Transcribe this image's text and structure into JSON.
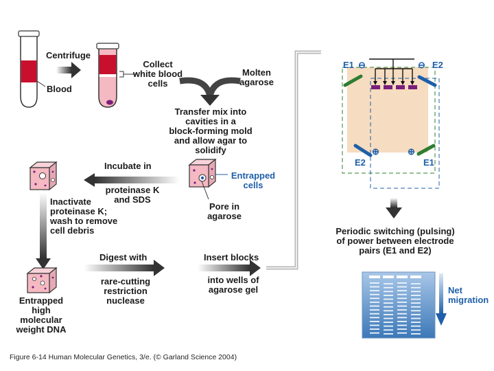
{
  "steps": {
    "centrifuge": "Centrifuge",
    "blood": "Blood",
    "collect": [
      "Collect",
      "white blood",
      "cells"
    ],
    "molten": [
      "Molten",
      "agarose"
    ],
    "transfer": [
      "Transfer mix into",
      "cavities in a",
      "block-forming mold",
      "and allow agar to",
      "solidify"
    ],
    "incubate_top": "Incubate in",
    "incubate_bottom": [
      "proteinase K",
      "and SDS"
    ],
    "entrapped_cells": [
      "Entrapped",
      "cells"
    ],
    "pore": [
      "Pore in",
      "agarose"
    ],
    "inactivate": [
      "Inactivate",
      "proteinase K;",
      "wash to remove",
      "cell debris"
    ],
    "digest_top": "Digest with",
    "digest_bottom": [
      "rare-cutting",
      "restriction",
      "nuclease"
    ],
    "insert_top": "Insert blocks",
    "insert_bottom": [
      "into wells of",
      "agarose gel"
    ],
    "entrapped_dna": [
      "Entrapped",
      "high",
      "molecular",
      "weight DNA"
    ],
    "periodic": [
      "Periodic switching (pulsing)",
      "of power between electrode",
      "pairs (E1 and E2)"
    ],
    "net_migration": [
      "Net",
      "migration"
    ]
  },
  "electrodes": {
    "e1_top": "E1",
    "e2_top": "E2",
    "e2_bottom": "E2",
    "e1_bottom": "E1",
    "minus": "⊖",
    "plus": "⊕"
  },
  "caption": "Figure 6-14  Human Molecular Genetics, 3/e.  (© Garland Science 2004)",
  "colors": {
    "blood_red": "#c8102e",
    "pink": "#f2a7b3",
    "gel": "#f6dcc0",
    "well_purple": "#7a1e7a",
    "electrode_blue": "#1f5fa8",
    "electrode_green": "#2e7d32",
    "arrow_gray": "#555555"
  }
}
